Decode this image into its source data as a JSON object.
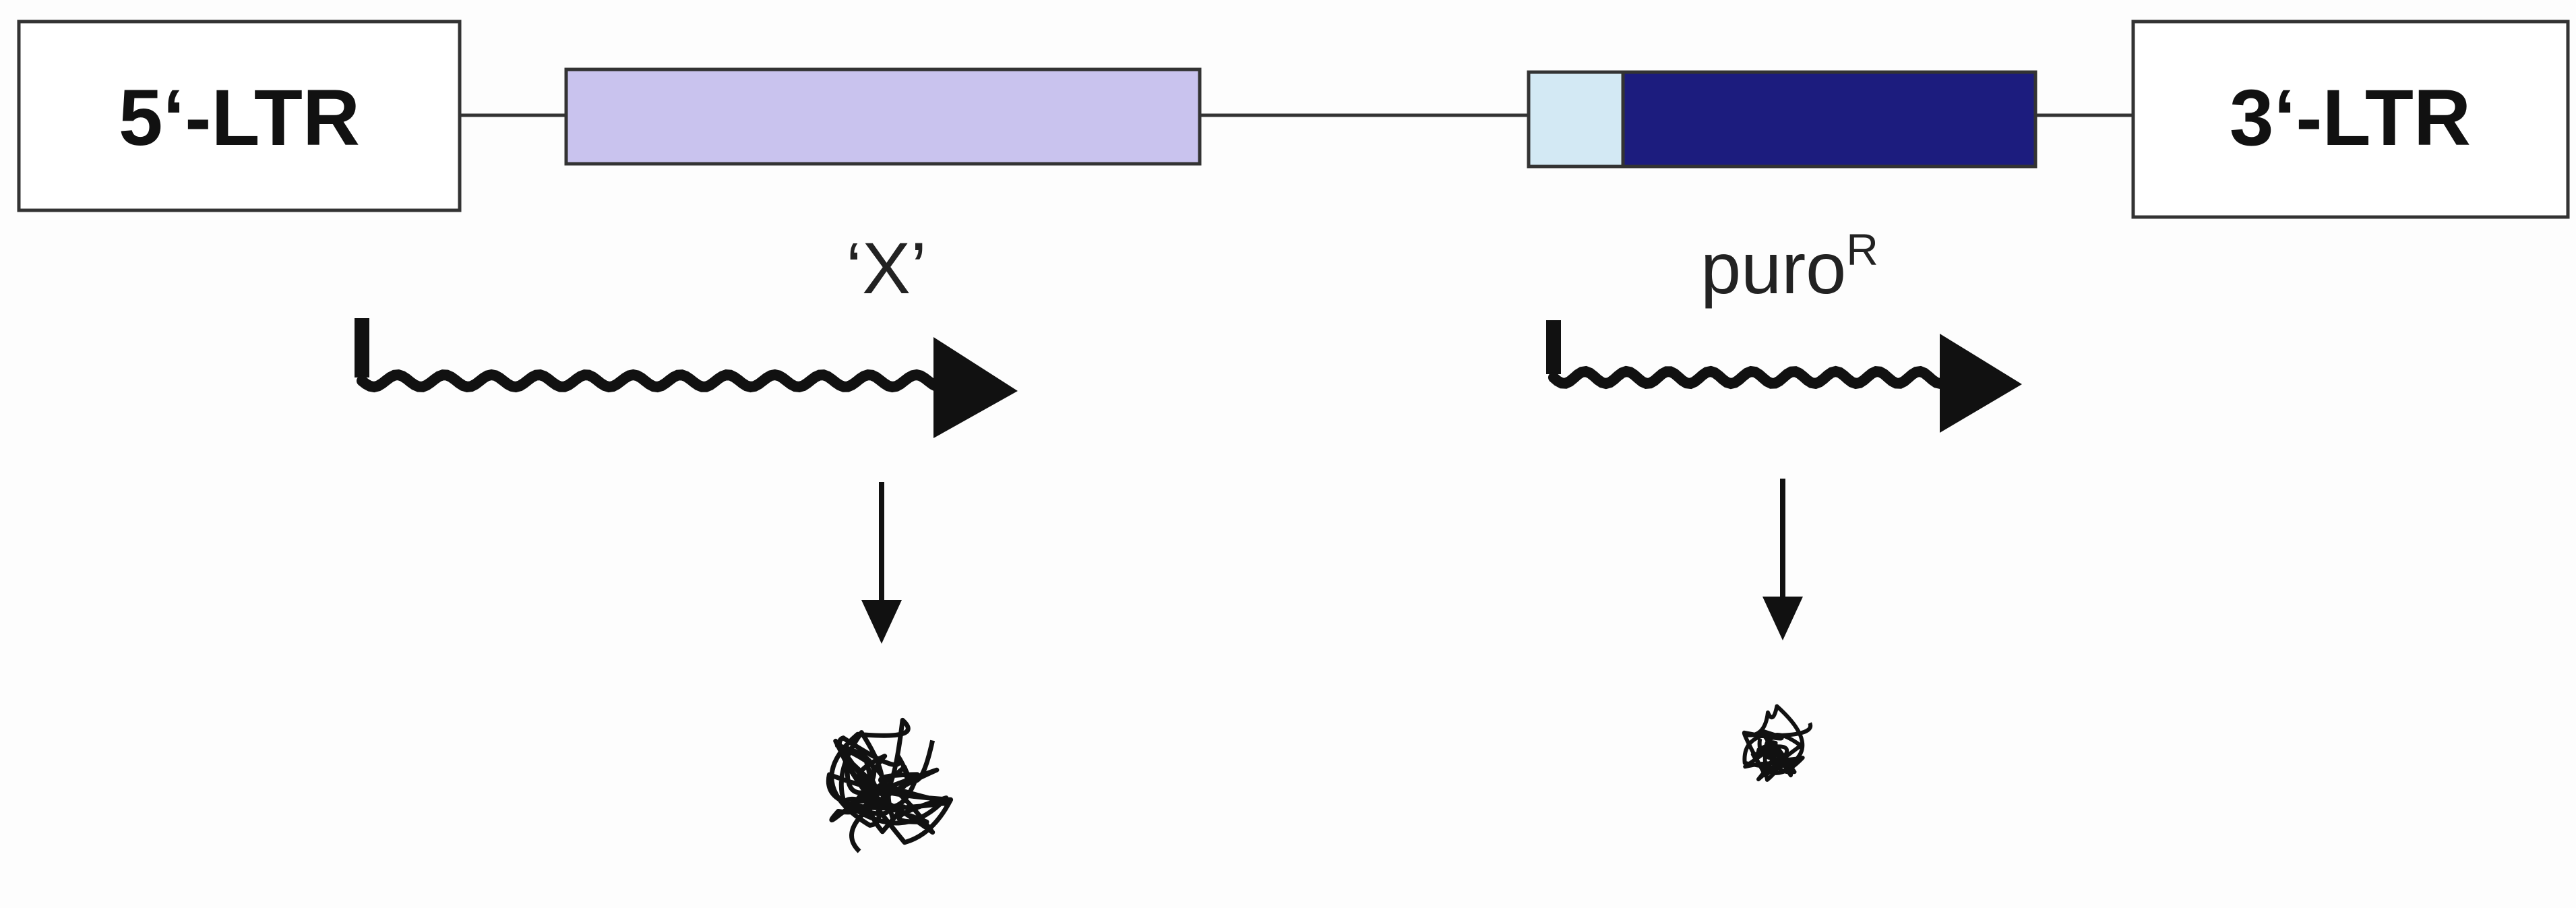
{
  "construct": {
    "ltr_5": {
      "label": "5‘-LTR"
    },
    "gene_x": {
      "label": "‘X’",
      "color": "#c9c3ee"
    },
    "puro": {
      "label": "puro",
      "superscript": "R",
      "promoter_color": "#d3e9f4",
      "coding_color": "#1c1c7e"
    },
    "ltr_3": {
      "label": "3‘-LTR"
    }
  },
  "colors": {
    "background": "#fdfdfd",
    "line": "#333333",
    "transcript": "#111111"
  },
  "expression": {
    "gene_x": {
      "product_size": "large",
      "icon": "protein-coil-icon"
    },
    "puro": {
      "product_size": "small",
      "icon": "protein-coil-icon"
    }
  }
}
